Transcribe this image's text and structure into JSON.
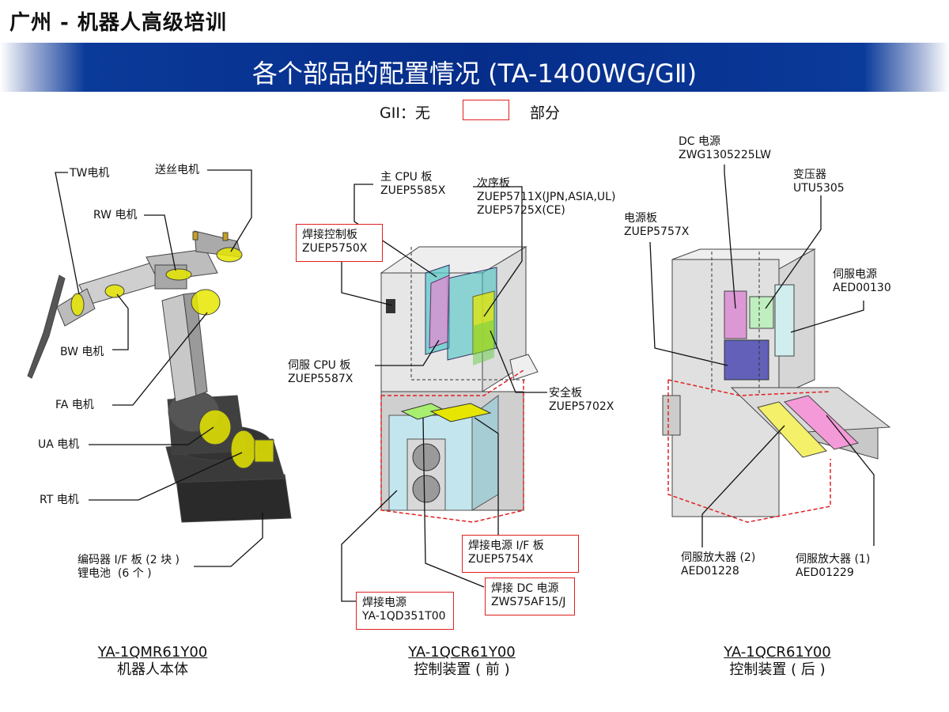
{
  "header": {
    "top_note": "广州 - 机器人高级培训",
    "title": "各个部品的配置情况   (TA-1400WG/GⅡ)"
  },
  "legend": {
    "prefix": "GII：无",
    "suffix": "部分",
    "box_color": "#e02020"
  },
  "robot": {
    "labels": {
      "tw": "TW电机",
      "feed": "送丝电机",
      "rw": "RW 电机",
      "bw": "BW 电机",
      "fa": "FA 电机",
      "ua": "UA 电机",
      "rt": "RT 电机",
      "encoder": "编码器 I/F 板 (2 块 )\n锂电池  (6 个 )"
    },
    "caption_model": "YA-1QMR61Y00",
    "caption_name": "机器人本体"
  },
  "front": {
    "main_cpu": "主 CPU 板\nZUEP5585X",
    "sequence": "次序板\nZUEP5711X(JPN,ASIA,UL)\nZUEP5725X(CE)",
    "weld_control": "焊接控制板\nZUEP5750X",
    "servo_cpu": "伺服 CPU 板\nZUEP5587X",
    "safety": "安全板\nZUEP5702X",
    "weld_if": "焊接电源 I/F 板\nZUEP5754X",
    "weld_dc": "焊接 DC 电源\nZWS75AF15/J",
    "weld_power": "焊接电源\nYA-1QD351T00",
    "caption_model": "YA-1QCR61Y00",
    "caption_name": "控制装置 ( 前 )"
  },
  "rear": {
    "dc_power": "DC 电源\nZWG1305225LW",
    "transformer": "变压器\nUTU5305",
    "power_board": "电源板\nZUEP5757X",
    "servo_power": "伺服电源\nAED00130",
    "servo_amp2": "伺服放大器 (2)\nAED01228",
    "servo_amp1": "伺服放大器 (1)\nAED01229",
    "caption_model": "YA-1QCR61Y00",
    "caption_name": "控制装置 ( 后 )"
  },
  "colors": {
    "banner": "#062d8a",
    "highlight_red": "#e02020",
    "motor_yellow": "#e6e600"
  }
}
